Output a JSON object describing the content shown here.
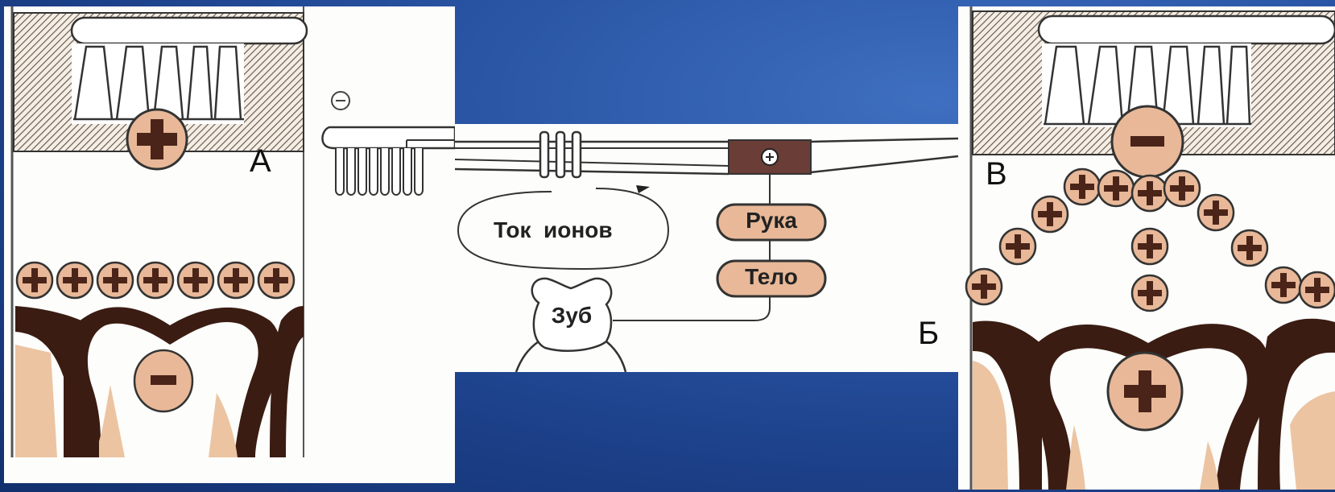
{
  "panels": {
    "a": {
      "label": "А"
    },
    "b": {
      "label": "Б",
      "ion_current": "Ток  ионов",
      "hand": "Рука",
      "body": "Тело",
      "tooth": "Зуб"
    },
    "c": {
      "label": "В"
    }
  },
  "symbols": {
    "plus": "+",
    "minus": "−"
  },
  "colors": {
    "charge_fill": "#e8b898",
    "tooth_brown": "#3a1c12",
    "gum": "#ecc4a2",
    "hatch": "#7a6658",
    "background": "#1e448e"
  }
}
